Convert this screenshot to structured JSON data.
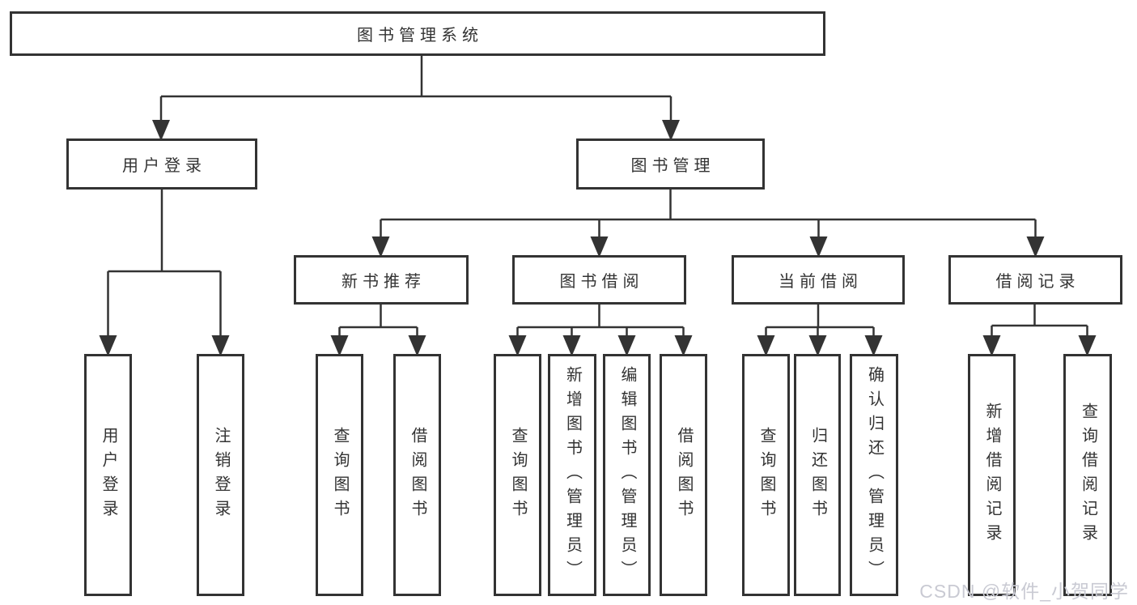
{
  "diagram": {
    "title": "图书管理系统",
    "watermark": "CSDN @软件_小贺同学",
    "colors": {
      "line": "#333333",
      "text": "#333333",
      "node_fill": "#ffffff",
      "background": "#ffffff",
      "watermark": "#c9cad3"
    },
    "tree": {
      "label": "图书管理系统",
      "children": [
        {
          "label": "用户登录",
          "children": [
            {
              "label": "用户登录"
            },
            {
              "label": "注销登录"
            }
          ]
        },
        {
          "label": "图书管理",
          "children": [
            {
              "label": "新书推荐",
              "children": [
                {
                  "label": "查询图书"
                },
                {
                  "label": "借阅图书"
                }
              ]
            },
            {
              "label": "图书借阅",
              "children": [
                {
                  "label": "查询图书"
                },
                {
                  "label": "新增图书（管理员）"
                },
                {
                  "label": "编辑图书（管理员）"
                },
                {
                  "label": "借阅图书"
                }
              ]
            },
            {
              "label": "当前借阅",
              "children": [
                {
                  "label": "查询图书"
                },
                {
                  "label": "归还图书"
                },
                {
                  "label": "确认归还（管理员）"
                }
              ]
            },
            {
              "label": "借阅记录",
              "children": [
                {
                  "label": "新增借阅记录"
                },
                {
                  "label": "查询借阅记录"
                }
              ]
            }
          ]
        }
      ]
    }
  }
}
